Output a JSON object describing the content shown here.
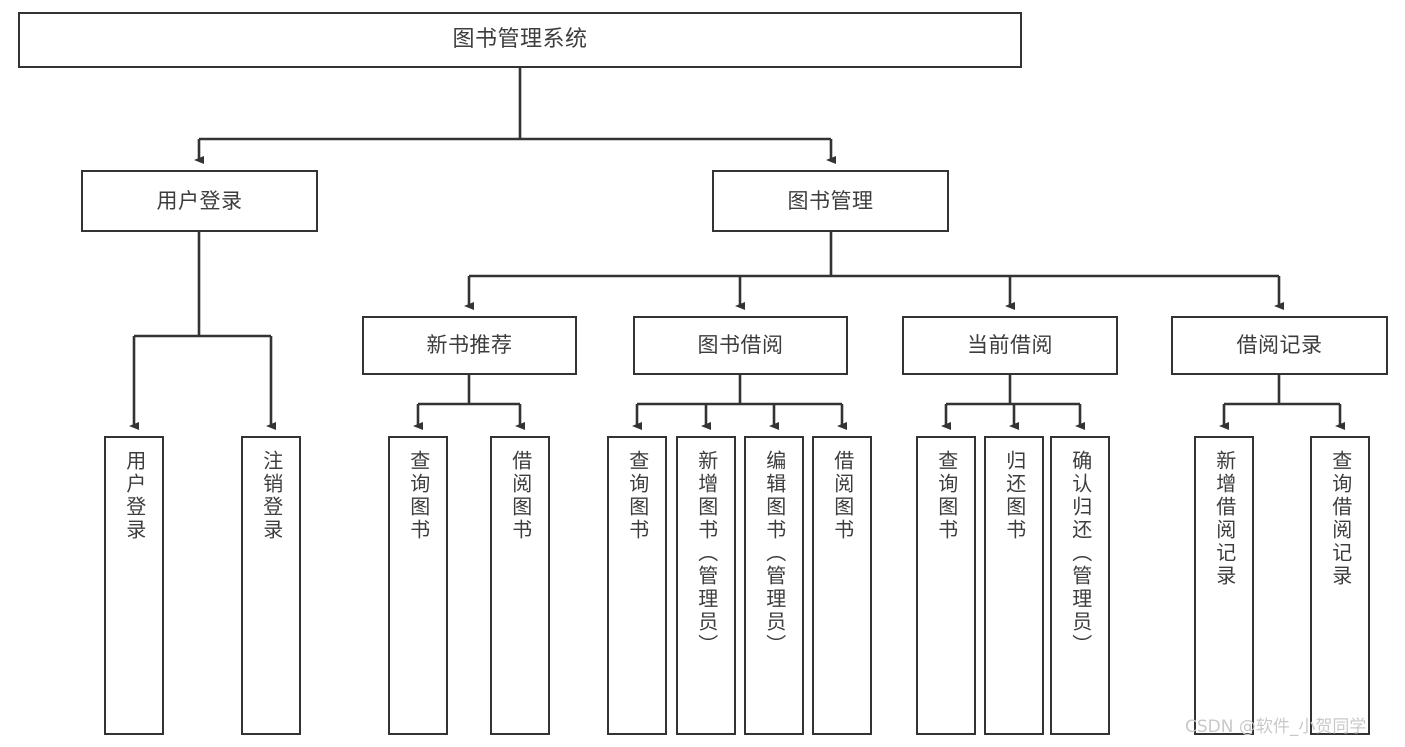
{
  "diagram": {
    "title": "图书管理系统",
    "root": {
      "label": "图书管理系统"
    },
    "level2": [
      {
        "label": "用户登录"
      },
      {
        "label": "图书管理"
      }
    ],
    "level3": [
      {
        "label": "新书推荐"
      },
      {
        "label": "图书借阅"
      },
      {
        "label": "当前借阅"
      },
      {
        "label": "借阅记录"
      }
    ],
    "leaves": {
      "user_login": [
        {
          "label": "用户登录"
        },
        {
          "label": "注销登录"
        }
      ],
      "new_book_recommend": [
        {
          "label": "查询图书"
        },
        {
          "label": "借阅图书"
        }
      ],
      "book_borrow": [
        {
          "label": "查询图书"
        },
        {
          "label": "新增图书（管理员）"
        },
        {
          "label": "编辑图书（管理员）"
        },
        {
          "label": "借阅图书"
        }
      ],
      "current_borrow": [
        {
          "label": "查询图书"
        },
        {
          "label": "归还图书"
        },
        {
          "label": "确认归还（管理员）"
        }
      ],
      "borrow_record": [
        {
          "label": "新增借阅记录"
        },
        {
          "label": "查询借阅记录"
        }
      ]
    }
  },
  "watermark": {
    "text": "CSDN @软件_小贺同学"
  },
  "colors": {
    "border": "#333333",
    "text": "#3d3d3d",
    "background": "#ffffff",
    "watermark": "#c9c9c9"
  }
}
